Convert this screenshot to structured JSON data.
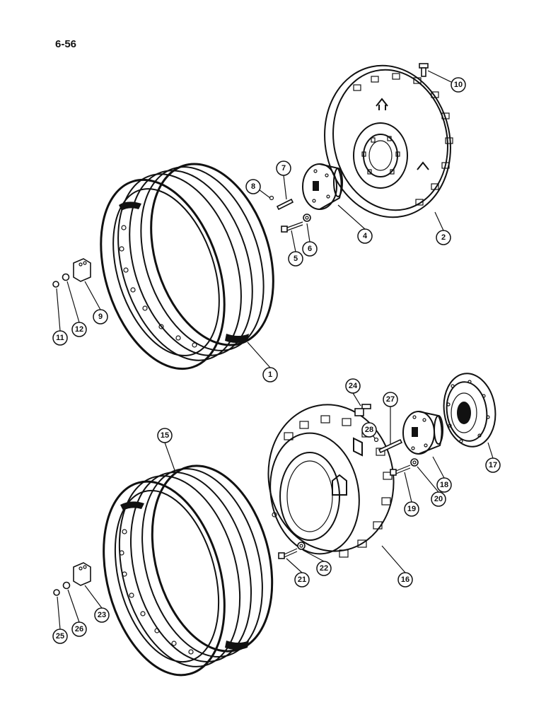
{
  "page": {
    "label": "6-56"
  },
  "callouts": [
    {
      "id": "c1",
      "text": "1"
    },
    {
      "id": "c2",
      "text": "2"
    },
    {
      "id": "c4",
      "text": "4"
    },
    {
      "id": "c5",
      "text": "5"
    },
    {
      "id": "c6",
      "text": "6"
    },
    {
      "id": "c7",
      "text": "7"
    },
    {
      "id": "c8",
      "text": "8"
    },
    {
      "id": "c9",
      "text": "9"
    },
    {
      "id": "c10",
      "text": "10"
    },
    {
      "id": "c11",
      "text": "11"
    },
    {
      "id": "c12",
      "text": "12"
    },
    {
      "id": "c15",
      "text": "15"
    },
    {
      "id": "c16",
      "text": "16"
    },
    {
      "id": "c17",
      "text": "17"
    },
    {
      "id": "c18",
      "text": "18"
    },
    {
      "id": "c19",
      "text": "19"
    },
    {
      "id": "c20",
      "text": "20"
    },
    {
      "id": "c21",
      "text": "21"
    },
    {
      "id": "c22",
      "text": "22"
    },
    {
      "id": "c23",
      "text": "23"
    },
    {
      "id": "c24",
      "text": "24"
    },
    {
      "id": "c25",
      "text": "25"
    },
    {
      "id": "c26",
      "text": "26"
    },
    {
      "id": "c27",
      "text": "27"
    },
    {
      "id": "c28",
      "text": "28"
    }
  ]
}
